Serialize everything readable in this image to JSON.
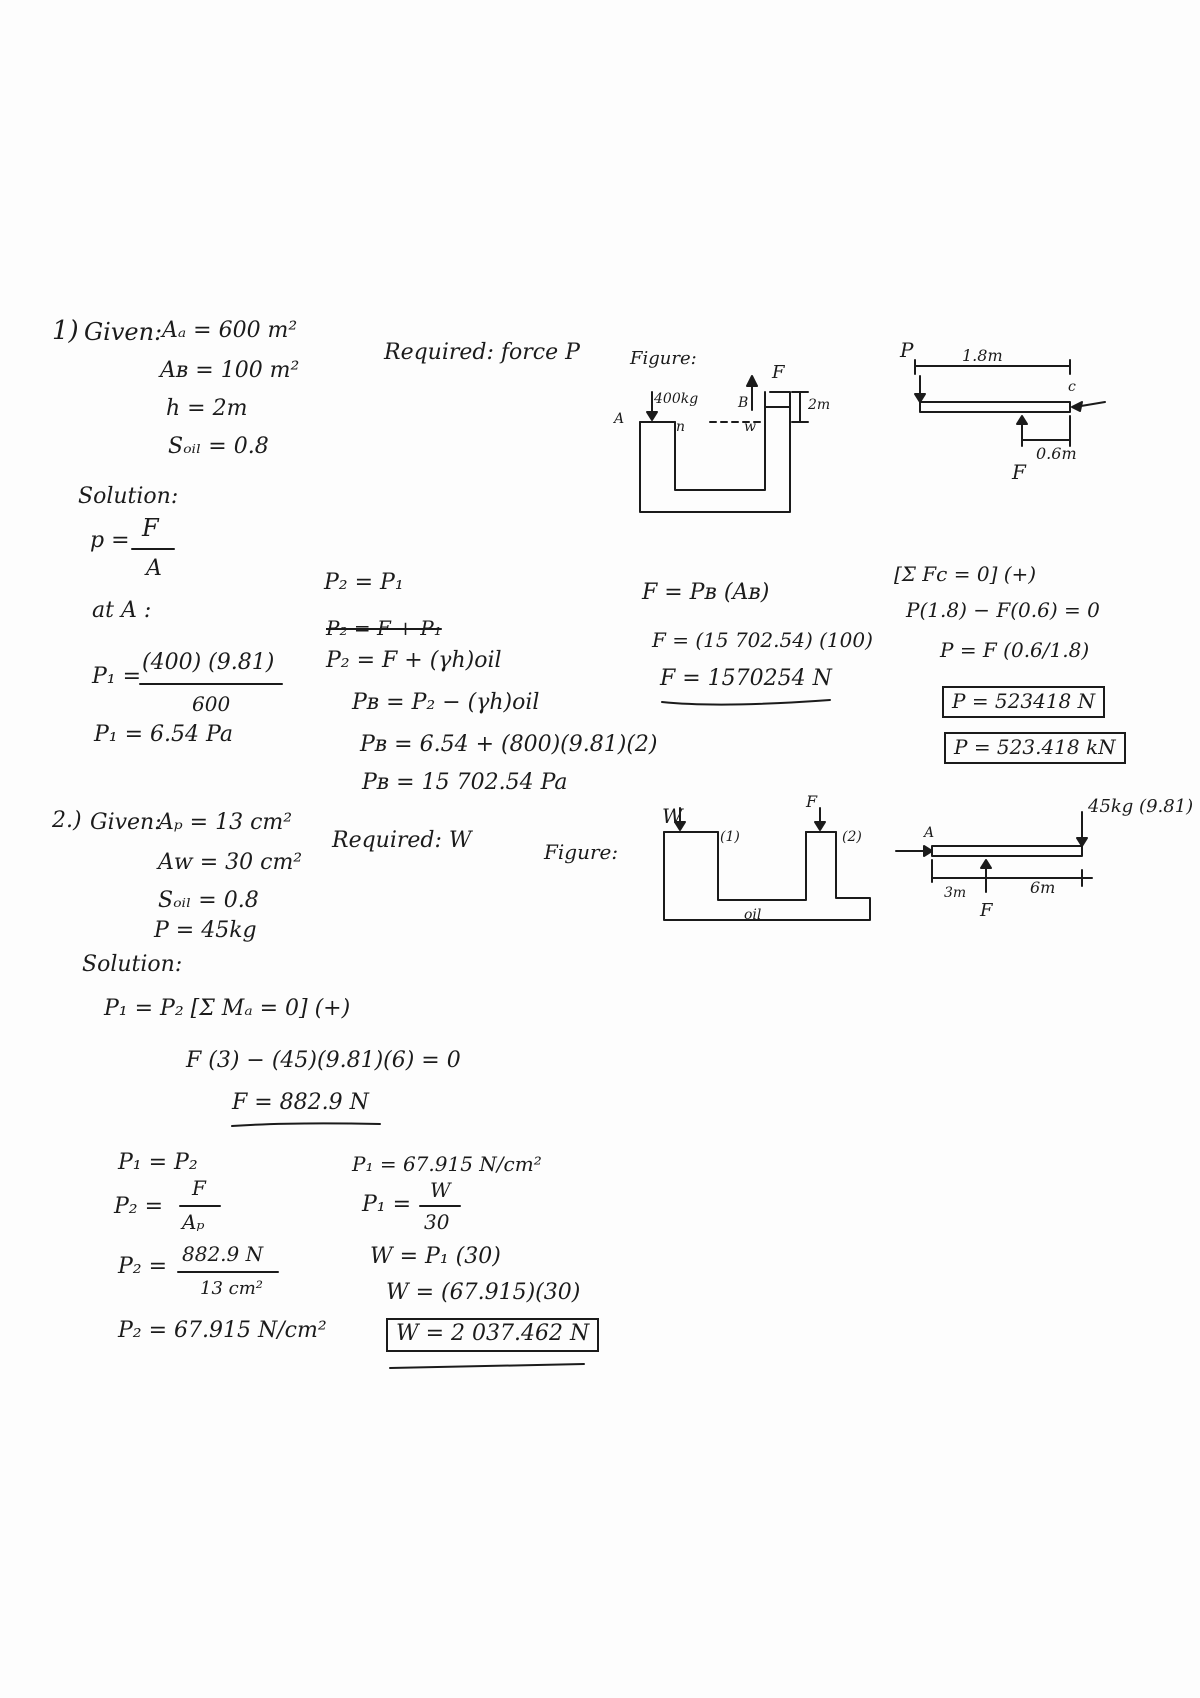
{
  "problem1": {
    "number": "1)",
    "given": {
      "label": "Given:",
      "a_a": "Aₐ = 600 m²",
      "a_b": "Aʙ = 100 m²",
      "h": "h = 2m",
      "s_oil": "Sₒᵢₗ = 0.8"
    },
    "required": "Required: force P",
    "figure_label": "Figure:",
    "figure": {
      "mass": "400kg",
      "point_a": "A",
      "point_b": "B",
      "force_f": "F",
      "height": "2m",
      "mark_1": "n",
      "mark_2": "w",
      "lever_p": "P",
      "lever_length": "1.8m",
      "lever_c": "c",
      "lever_arm": "0.6m",
      "lever_f": "F"
    },
    "solution": {
      "label": "Solution:",
      "p_formula_p": "p =",
      "p_formula_num": "F",
      "p_formula_den": "A",
      "at_a": "at   A :",
      "p1_lhs": "P₁ =",
      "p1_num": "(400) (9.81)",
      "p1_den": "600",
      "p1_result": "P₁ = 6.54 Pa",
      "col2_l1": "P₂ = P₁",
      "col2_l2": "P₂ = F + P₁",
      "col2_l3": "P₂ = F + (γh)oil",
      "col2_l4": "Pʙ = P₂ − (γh)oil",
      "col2_l5": "Pʙ = 6.54 + (800)(9.81)(2)",
      "col2_l6": "Pʙ = 15 702.54 Pa",
      "col3_l1": "F = Pʙ (Aʙ)",
      "col3_l2": "F = (15 702.54) (100)",
      "col3_l3": "F = 1570254 N",
      "col4_l1": "[Σ Fc = 0] (+)",
      "col4_l2": "P(1.8) − F(0.6) = 0",
      "col4_l3": "P = F (0.6/1.8)",
      "answer_1": "P = 523418 N",
      "answer_2": "P = 523.418 kN"
    }
  },
  "problem2": {
    "number": "2.)",
    "given": {
      "label": "Given:",
      "a_p": "Aₚ = 13 cm²",
      "a_w": "Aᴡ = 30 cm²",
      "s_oil": "Sₒᵢₗ = 0.8",
      "p": "P = 45kg"
    },
    "required": "Required: W",
    "figure_label": "Figure:",
    "figure": {
      "w": "W",
      "f": "F",
      "mark_1": "(1)",
      "mark_2": "(2)",
      "oil": "oil",
      "lever_a": "A",
      "lever_load": "45kg (9.81)",
      "lever_3m": "3m",
      "lever_6m": "6m",
      "lever_f": "F"
    },
    "solution": {
      "label": "Solution:",
      "l1": "P₁ = P₂   [Σ Mₐ = 0] (+)",
      "l2": "F (3) − (45)(9.81)(6) = 0",
      "l3": "F = 882.9 N",
      "c1_l1": "P₁ = P₂",
      "c1_l2_lhs": "P₂ =",
      "c1_l2_num": "F",
      "c1_l2_den": "Aₚ",
      "c1_l3_lhs": "P₂ =",
      "c1_l3_num": "882.9 N",
      "c1_l3_den": "13 cm²",
      "c1_l4": "P₂ = 67.915 N/cm²",
      "c2_l1": "P₁ = 67.915 N/cm²",
      "c2_l2_lhs": "P₁ =",
      "c2_l2_num": "W",
      "c2_l2_den": "30",
      "c2_l3": "W = P₁ (30)",
      "c2_l4": "W = (67.915)(30)",
      "answer": "W = 2 037.462 N"
    }
  }
}
